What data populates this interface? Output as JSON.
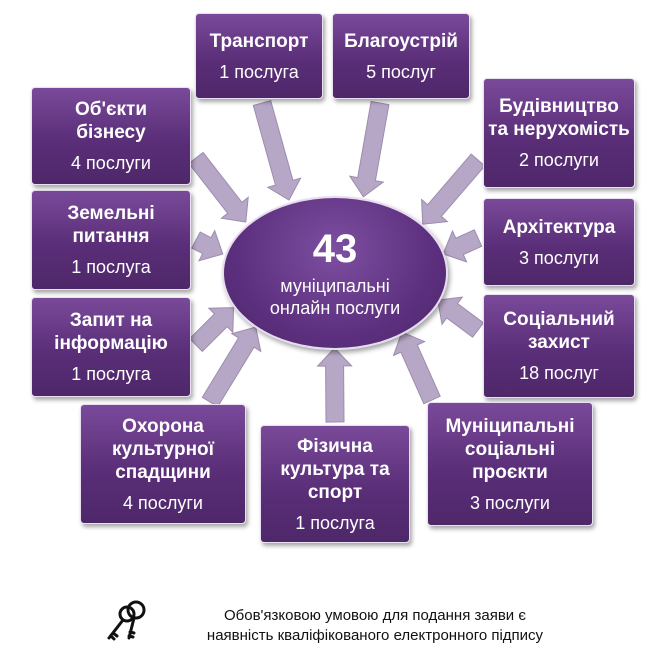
{
  "center": {
    "number": "43",
    "text": "муніципальні\nонлайн послуги"
  },
  "services": [
    {
      "title": "Транспорт",
      "count": "1 послуга"
    },
    {
      "title": "Благоустрій",
      "count": "5 послуг"
    },
    {
      "title": "Будівництво\nта нерухомість",
      "count": "2 послуги"
    },
    {
      "title": "Архітектура",
      "count": "3 послуги"
    },
    {
      "title": "Соціальний\nзахист",
      "count": "18 послуг"
    },
    {
      "title": "Муніципальні\nсоціальні\nпроєкти",
      "count": "3 послуги"
    },
    {
      "title": "Фізична\nкультура та\nспорт",
      "count": "1 послуга"
    },
    {
      "title": "Охорона\nкультурної\nспадщини",
      "count": "4 послуги"
    },
    {
      "title": "Запит на\nінформацію",
      "count": "1 послуга"
    },
    {
      "title": "Земельні\nпитання",
      "count": "1 послуга"
    },
    {
      "title": "Об'єкти\nбізнесу",
      "count": "4 послуги"
    }
  ],
  "footer": {
    "text": "Обов'язковою умовою для подання заяви є\nнаявність кваліфікованого електронного підпису",
    "icon": "keys-icon"
  },
  "colors": {
    "box": "#5a2e78",
    "arrow": "#b7a7c6"
  }
}
